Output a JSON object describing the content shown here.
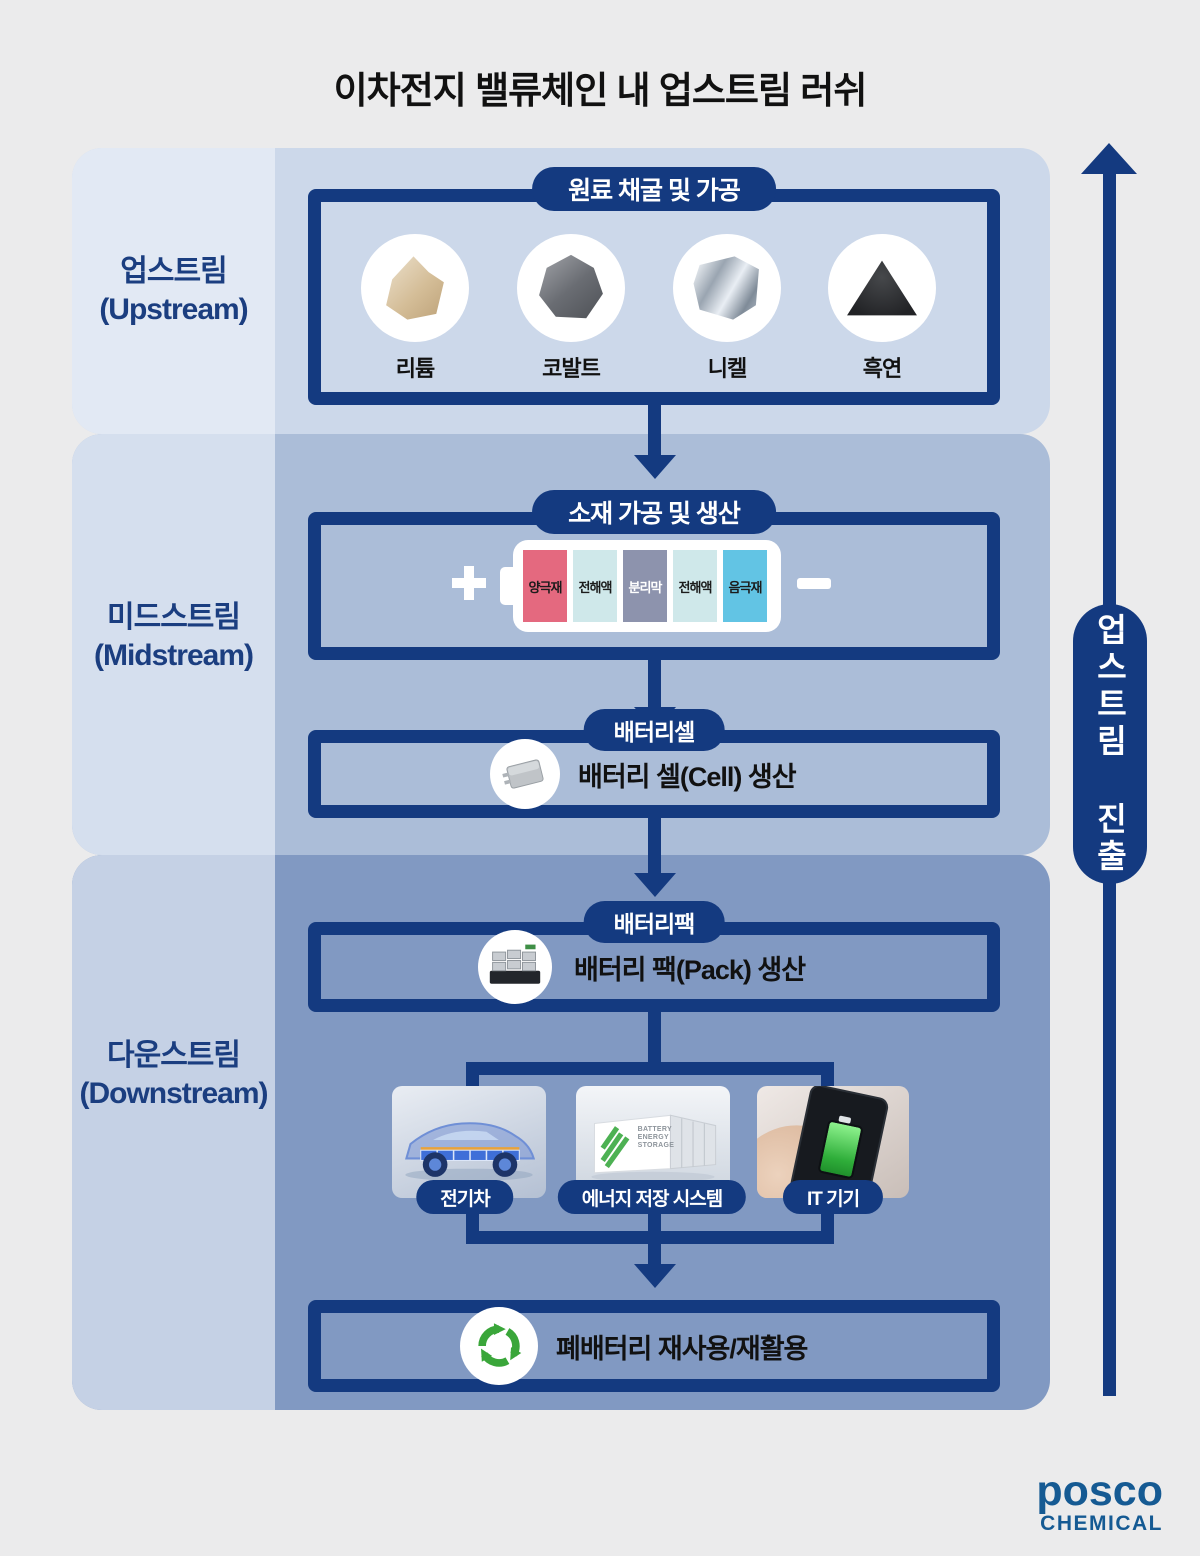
{
  "title": "이차전지 밸류체인 내 업스트림 러쉬",
  "stages": [
    {
      "ko": "업스트림",
      "en": "(Upstream)"
    },
    {
      "ko": "미드스트림",
      "en": "(Midstream)"
    },
    {
      "ko": "다운스트림",
      "en": "(Downstream)"
    }
  ],
  "upstream": {
    "header": "원료 채굴 및 가공",
    "minerals": [
      {
        "name": "리튬",
        "icon": "lithium-crystal"
      },
      {
        "name": "코발트",
        "icon": "cobalt-ore"
      },
      {
        "name": "니켈",
        "icon": "nickel-ore"
      },
      {
        "name": "흑연",
        "icon": "graphite-powder"
      }
    ]
  },
  "midstream": {
    "header": "소재 가공 및 생산",
    "battery": {
      "plus_icon": "plus-terminal",
      "minus_icon": "minus-terminal",
      "components": [
        {
          "label": "양극재",
          "color": "#e4697f",
          "text_color": "#1b1b1b"
        },
        {
          "label": "전해액",
          "color": "#cfe8ea",
          "text_color": "#1b1b1b"
        },
        {
          "label": "분리막",
          "color": "#8d93ad",
          "text_color": "#ffffff"
        },
        {
          "label": "전해액",
          "color": "#cfe8ea",
          "text_color": "#1b1b1b"
        },
        {
          "label": "음극재",
          "color": "#62c4e4",
          "text_color": "#1b1b1b"
        }
      ]
    },
    "cell": {
      "pill": "배터리셀",
      "caption": "배터리 셀(Cell) 생산",
      "icon": "battery-cell"
    }
  },
  "downstream": {
    "pack": {
      "pill": "배터리팩",
      "caption": "배터리 팩(Pack) 생산",
      "icon": "battery-pack"
    },
    "applications": [
      {
        "label": "전기차",
        "icon": "electric-vehicle"
      },
      {
        "label": "에너지 저장 시스템",
        "icon": "energy-storage-container",
        "photo_caption": "BATTERY ENERGY STORAGE"
      },
      {
        "label": "IT 기기",
        "icon": "smartphone-battery"
      }
    ],
    "recycle": {
      "caption": "폐배터리 재사용/재활용",
      "icon": "recycle-symbol"
    }
  },
  "side_arrow": {
    "label": "업스트림 진출"
  },
  "logo": {
    "brand": "posco",
    "division": "CHEMICAL"
  },
  "colors": {
    "navy": "#143a80",
    "background": "#ebebec",
    "band_upstream_main": "#ccd8ea",
    "band_upstream_side": "#e2e9f4",
    "band_midstream_main": "#abbdd8",
    "band_midstream_side": "#d5dfee",
    "band_downstream_main": "#8199c2",
    "band_downstream_side": "#c5d1e5",
    "cathode_pink": "#e4697f",
    "electrolyte_cyan": "#cfe8ea",
    "separator_slate": "#8d93ad",
    "anode_blue": "#62c4e4",
    "recycle_green": "#3aa63a",
    "posco_blue": "#155a93"
  }
}
